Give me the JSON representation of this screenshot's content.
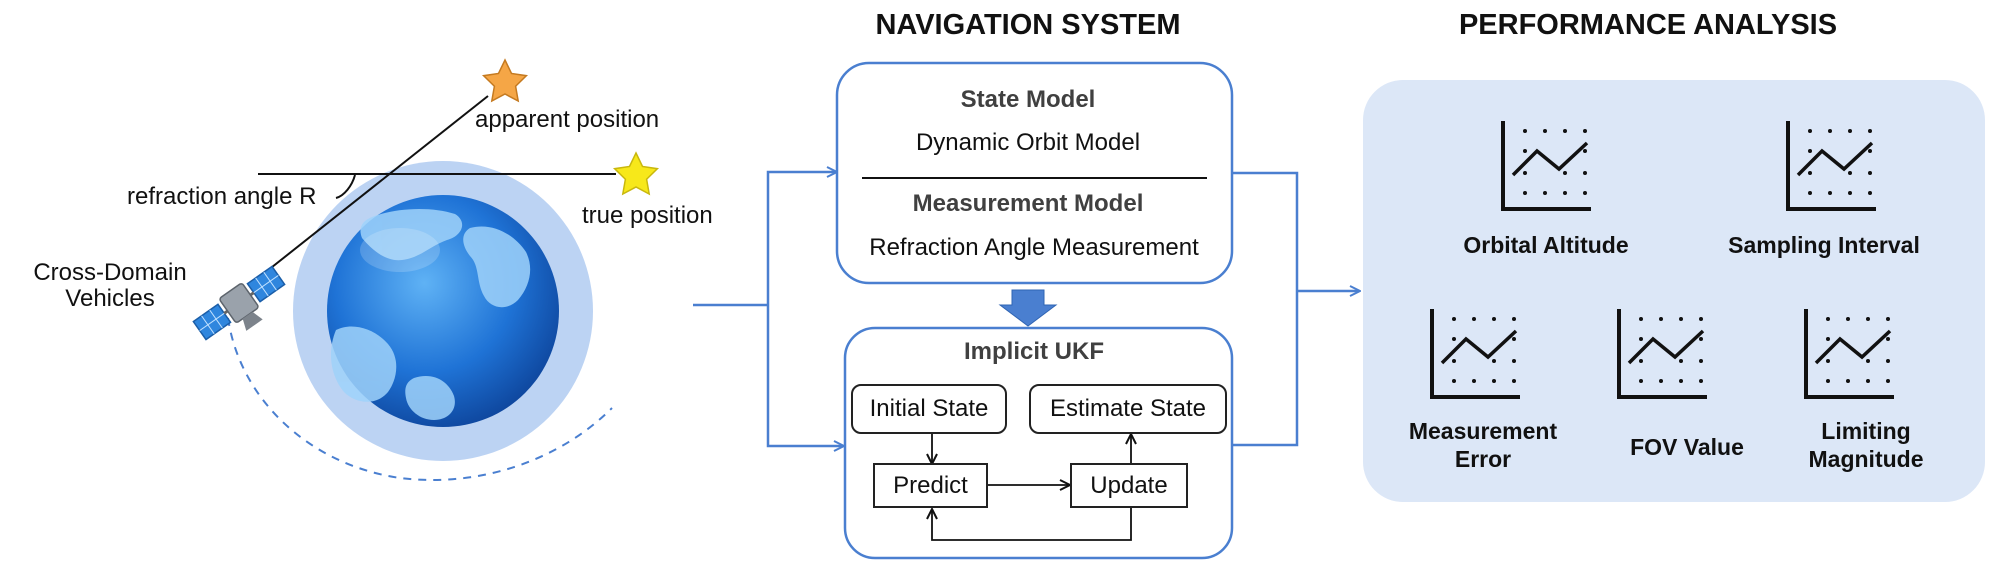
{
  "headings": {
    "navigation": "NAVIGATION SYSTEM",
    "performance": "PERFORMANCE ANALYSIS"
  },
  "scene": {
    "apparent_position": "apparent position",
    "true_position": "true position",
    "refraction_angle": "refraction angle R",
    "vehicles_line1": "Cross-Domain",
    "vehicles_line2": "Vehicles"
  },
  "model_box": {
    "state_title": "State Model",
    "state_sub": "Dynamic Orbit Model",
    "measurement_title": "Measurement Model",
    "measurement_sub": "Refraction Angle Measurement"
  },
  "ukf_box": {
    "title": "Implicit UKF",
    "initial_state": "Initial State",
    "estimate_state": "Estimate State",
    "predict": "Predict",
    "update": "Update"
  },
  "metrics": {
    "orbital_altitude": "Orbital Altitude",
    "sampling_interval": "Sampling Interval",
    "measurement_error_1": "Measurement",
    "measurement_error_2": "Error",
    "fov_value": "FOV Value",
    "limiting_magnitude_1": "Limiting",
    "limiting_magnitude_2": "Magnitude"
  },
  "colors": {
    "flow_blue": "#4a7fd0",
    "panel_fill": "#dce7f7",
    "halo": "#bcd3f3",
    "star_orange": "#f5a646",
    "star_yellow": "#f7e81a"
  },
  "icons": {
    "chart": "line-chart-icon",
    "satellite": "satellite-icon",
    "earth": "earth-globe-icon",
    "star": "star-icon"
  }
}
